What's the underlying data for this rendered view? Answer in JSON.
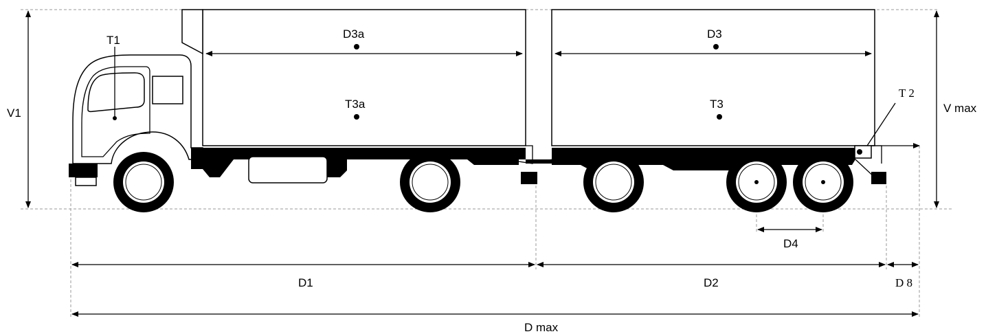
{
  "labels": {
    "v1": "V1",
    "vmax": "V max",
    "t1": "T1",
    "t2": "T 2",
    "t3": "T3",
    "t3a": "T3a",
    "d1": "D1",
    "d2": "D2",
    "d3": "D3",
    "d3a": "D3a",
    "d4": "D4",
    "d8": "D 8",
    "dmax": "D max"
  }
}
